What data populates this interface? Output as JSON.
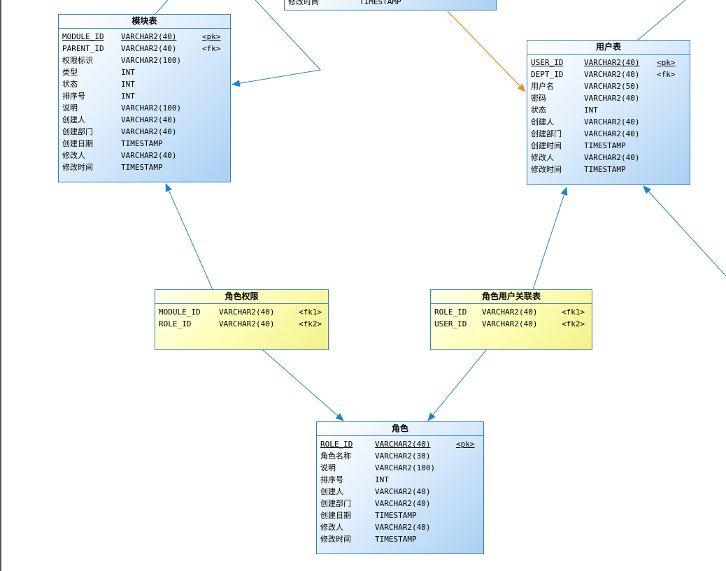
{
  "tables": {
    "module": {
      "title": "模块表",
      "rows": [
        {
          "name": "MODULE_ID",
          "type": "VARCHAR2(40)",
          "key": "<pk>"
        },
        {
          "name": "PARENT_ID",
          "type": "VARCHAR2(40)",
          "key": "<fk>"
        },
        {
          "name": "权限标识",
          "type": "VARCHAR2(100)",
          "key": ""
        },
        {
          "name": "类型",
          "type": "INT",
          "key": ""
        },
        {
          "name": "状态",
          "type": "INT",
          "key": ""
        },
        {
          "name": "排序号",
          "type": "INT",
          "key": ""
        },
        {
          "name": "说明",
          "type": "VARCHAR2(100)",
          "key": ""
        },
        {
          "name": "创建人",
          "type": "VARCHAR2(40)",
          "key": ""
        },
        {
          "name": "创建部门",
          "type": "VARCHAR2(40)",
          "key": ""
        },
        {
          "name": "创建日期",
          "type": "TIMESTAMP",
          "key": ""
        },
        {
          "name": "修改人",
          "type": "VARCHAR2(40)",
          "key": ""
        },
        {
          "name": "修改时间",
          "type": "TIMESTAMP",
          "key": ""
        }
      ]
    },
    "user": {
      "title": "用户表",
      "rows": [
        {
          "name": "USER_ID",
          "type": "VARCHAR2(40)",
          "key": "<pk>"
        },
        {
          "name": "DEPT_ID",
          "type": "VARCHAR2(40)",
          "key": "<fk>"
        },
        {
          "name": "用户名",
          "type": "VARCHAR2(50)",
          "key": ""
        },
        {
          "name": "密码",
          "type": "VARCHAR2(40)",
          "key": ""
        },
        {
          "name": "状态",
          "type": "INT",
          "key": ""
        },
        {
          "name": "创建人",
          "type": "VARCHAR2(40)",
          "key": ""
        },
        {
          "name": "创建部门",
          "type": "VARCHAR2(40)",
          "key": ""
        },
        {
          "name": "创建时间",
          "type": "TIMESTAMP",
          "key": ""
        },
        {
          "name": "修改人",
          "type": "VARCHAR2(40)",
          "key": ""
        },
        {
          "name": "修改时间",
          "type": "TIMESTAMP",
          "key": ""
        }
      ]
    },
    "role_perm": {
      "title": "角色权限",
      "rows": [
        {
          "name": "MODULE_ID",
          "type": "VARCHAR2(40)",
          "key": "<fk1>"
        },
        {
          "name": "ROLE_ID",
          "type": "VARCHAR2(40)",
          "key": "<fk2>"
        }
      ]
    },
    "role_user": {
      "title": "角色用户关联表",
      "rows": [
        {
          "name": "ROLE_ID",
          "type": "VARCHAR2(40)",
          "key": "<fk1>"
        },
        {
          "name": "USER_ID",
          "type": "VARCHAR2(40)",
          "key": "<fk2>"
        }
      ]
    },
    "role": {
      "title": "角色",
      "rows": [
        {
          "name": "ROLE_ID",
          "type": "VARCHAR2(40)",
          "key": "<pk>"
        },
        {
          "name": "角色名称",
          "type": "VARCHAR2(30)",
          "key": ""
        },
        {
          "name": "说明",
          "type": "VARCHAR2(100)",
          "key": ""
        },
        {
          "name": "排序号",
          "type": "INT",
          "key": ""
        },
        {
          "name": "创建人",
          "type": "VARCHAR2(40)",
          "key": ""
        },
        {
          "name": "创建部门",
          "type": "VARCHAR2(40)",
          "key": ""
        },
        {
          "name": "创建日期",
          "type": "TIMESTAMP",
          "key": ""
        },
        {
          "name": "修改人",
          "type": "VARCHAR2(40)",
          "key": ""
        },
        {
          "name": "修改时间",
          "type": "TIMESTAMP",
          "key": ""
        }
      ]
    },
    "dept_partial": {
      "rows": [
        {
          "name": "修改时间",
          "type": "TIMESTAMP",
          "key": ""
        }
      ]
    }
  },
  "colors": {
    "link_blue": "#1f83c4",
    "link_orange": "#f58a1f",
    "border_blue": "#2f7fb8"
  }
}
